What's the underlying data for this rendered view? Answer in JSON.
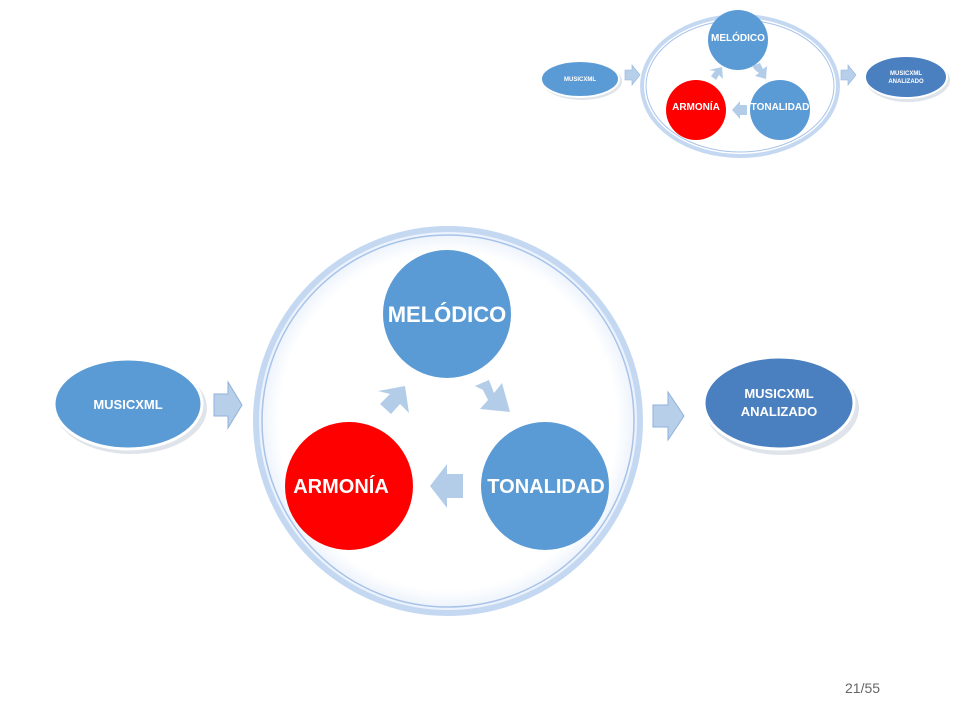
{
  "diagram": {
    "input": "MUSICXML",
    "output_line1": "MUSICXML",
    "output_line2": "ANALIZADO",
    "cycle": {
      "top": "MELÓDICO",
      "right": "TONALIDAD",
      "left": "ARMONÍA"
    }
  },
  "thumbnail": {
    "input": "MUSICXML",
    "output_line1": "MUSICXML",
    "output_line2": "ANALIZADO",
    "cycle": {
      "top": "MELÓDICO",
      "right": "TONALIDAD",
      "left": "ARMONÍA"
    }
  },
  "page_number": "21/55",
  "colors": {
    "blue": "#5b9bd5",
    "red": "#ff0000",
    "output_blue": "#4a7fc0",
    "arrow": "#a9c4e8",
    "ring": "#bcd3f0"
  }
}
